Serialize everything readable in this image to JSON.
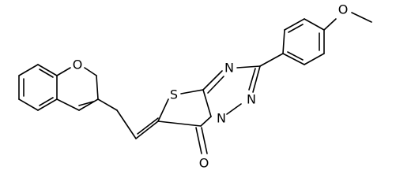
{
  "molecule": {
    "atom_labels": {
      "ring_oxygen": "O",
      "sulfur": "S",
      "triazole_n_top": "N",
      "triazole_n_right": "N",
      "triazole_n_bridge": "N",
      "carbonyl_oxygen": "O",
      "methoxy_oxygen": "O"
    }
  }
}
